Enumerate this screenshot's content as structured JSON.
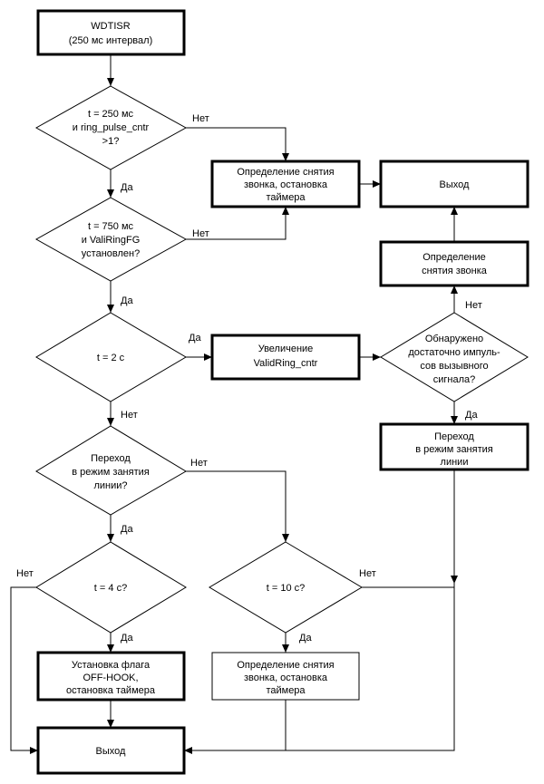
{
  "nodes": {
    "start": [
      "WDTISR",
      "(250 мс интервал)"
    ],
    "check_250ms": [
      "t = 250 мс",
      "и ring_pulse_cntr",
      ">1?"
    ],
    "ring_end_top": [
      "Определение снятия",
      "звонка, остановка",
      "таймера"
    ],
    "exit_top": [
      "Выход"
    ],
    "check_750ms": [
      "t = 750 мс",
      "и ValiRingFG",
      "установлен?"
    ],
    "check_2s": [
      "t = 2 с"
    ],
    "inc_validring": [
      "Увеличение",
      "ValidRing_cntr"
    ],
    "enough_pulses": [
      "Обнаружено",
      "достаточно импуль-",
      "сов вызывного",
      "сигнала?"
    ],
    "ring_end_right": [
      "Определение",
      "снятия звонка"
    ],
    "offhook_box": [
      "Переход",
      "в режим занятия",
      "линии"
    ],
    "check_offhook": [
      "Переход",
      "в режим занятия",
      "линии?"
    ],
    "check_4s": [
      "t = 4 с?"
    ],
    "set_offhook_flag": [
      "Установка флага",
      "OFF-HOOK,",
      "остановка таймера"
    ],
    "check_10s": [
      "t = 10 с?"
    ],
    "ring_end_bottom": [
      "Определение снятия",
      "звонка, остановка",
      "таймера"
    ],
    "exit_bottom": [
      "Выход"
    ]
  },
  "edge_labels": {
    "check_250ms_no": "Нет",
    "check_250ms_yes": "Да",
    "check_750ms_no": "Нет",
    "check_750ms_yes": "Да",
    "check_2s_yes": "Да",
    "check_2s_no": "Нет",
    "enough_pulses_no": "Нет",
    "enough_pulses_yes": "Да",
    "check_offhook_no": "Нет",
    "check_offhook_yes": "Да",
    "check_4s_no": "Нет",
    "check_4s_yes": "Да",
    "check_10s_no": "Нет",
    "check_10s_yes": "Да"
  },
  "colors": {
    "stroke": "#000000",
    "background": "#ffffff",
    "text": "#000000"
  }
}
